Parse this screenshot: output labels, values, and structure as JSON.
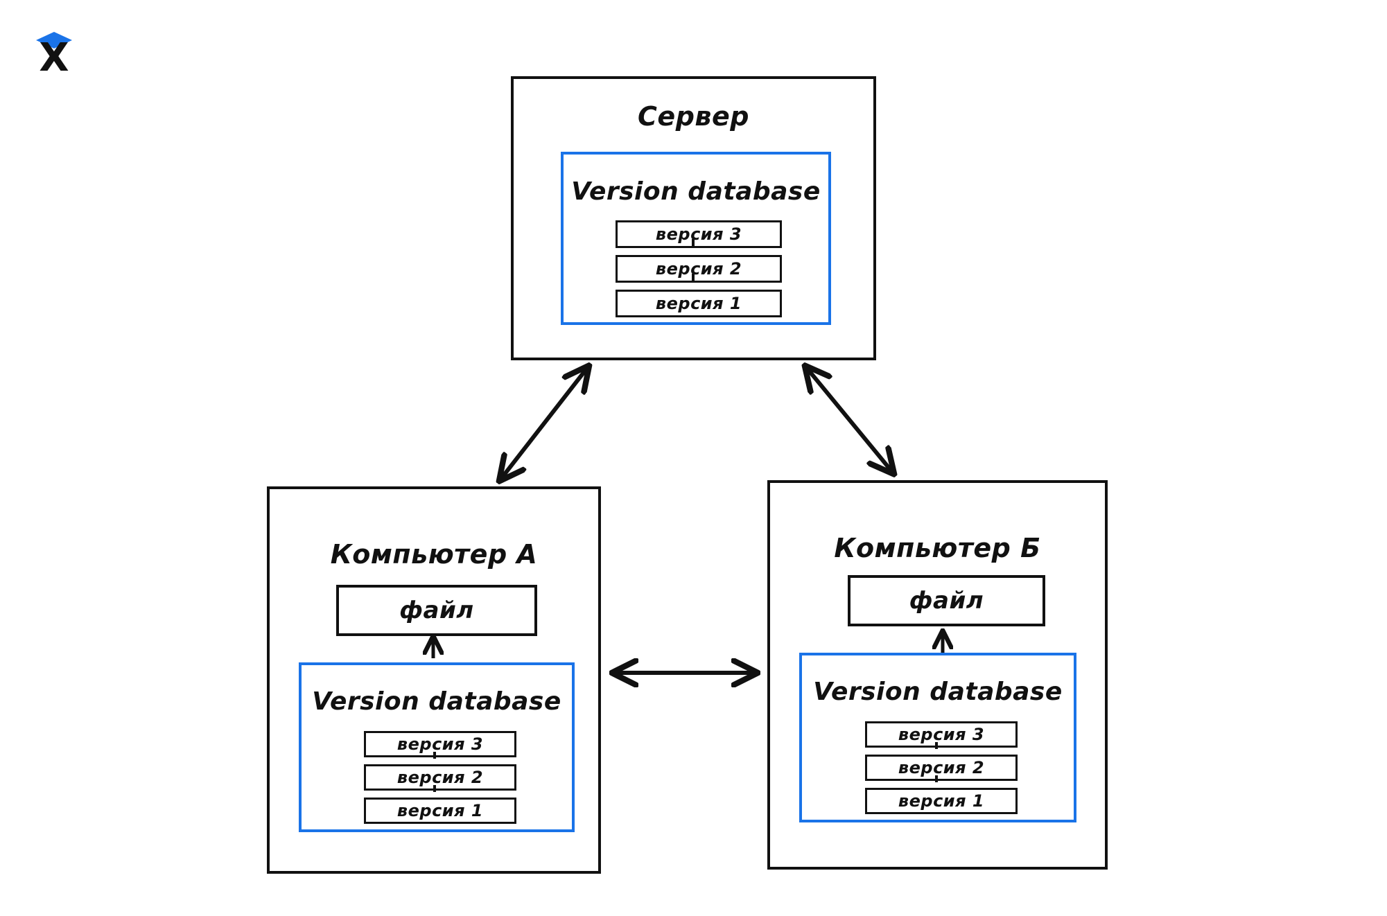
{
  "logo": {
    "name": "x-diamond-logo",
    "letter": "X",
    "accent_color": "#1a73e8",
    "letter_color": "#111111"
  },
  "colors": {
    "stroke": "#111111",
    "db_accent": "#1a73e8",
    "background": "#ffffff"
  },
  "diagram": {
    "type": "architecture-diagram",
    "server": {
      "title": "Сервер",
      "database": {
        "title": "Version database",
        "versions": [
          {
            "label": "версия 3"
          },
          {
            "label": "версия 2"
          },
          {
            "label": "версия 1"
          }
        ]
      }
    },
    "computer_a": {
      "title": "Компьютер А",
      "file": {
        "label": "файл"
      },
      "database": {
        "title": "Version database",
        "versions": [
          {
            "label": "версия 3"
          },
          {
            "label": "версия 2"
          },
          {
            "label": "версия 1"
          }
        ]
      }
    },
    "computer_b": {
      "title": "Компьютер Б",
      "file": {
        "label": "файл"
      },
      "database": {
        "title": "Version database",
        "versions": [
          {
            "label": "версия 3"
          },
          {
            "label": "версия 2"
          },
          {
            "label": "версия 1"
          }
        ]
      }
    },
    "connections": [
      {
        "name": "server-to-computer-a",
        "style": "double-headed-arrow",
        "orientation": "diagonal"
      },
      {
        "name": "server-to-computer-b",
        "style": "double-headed-arrow",
        "orientation": "diagonal"
      },
      {
        "name": "computer-a-to-computer-b",
        "style": "double-headed-arrow",
        "orientation": "horizontal"
      },
      {
        "name": "db-to-file-computer-a",
        "style": "single-arrow-up",
        "orientation": "vertical"
      },
      {
        "name": "db-to-file-computer-b",
        "style": "single-arrow-up",
        "orientation": "vertical"
      }
    ]
  }
}
